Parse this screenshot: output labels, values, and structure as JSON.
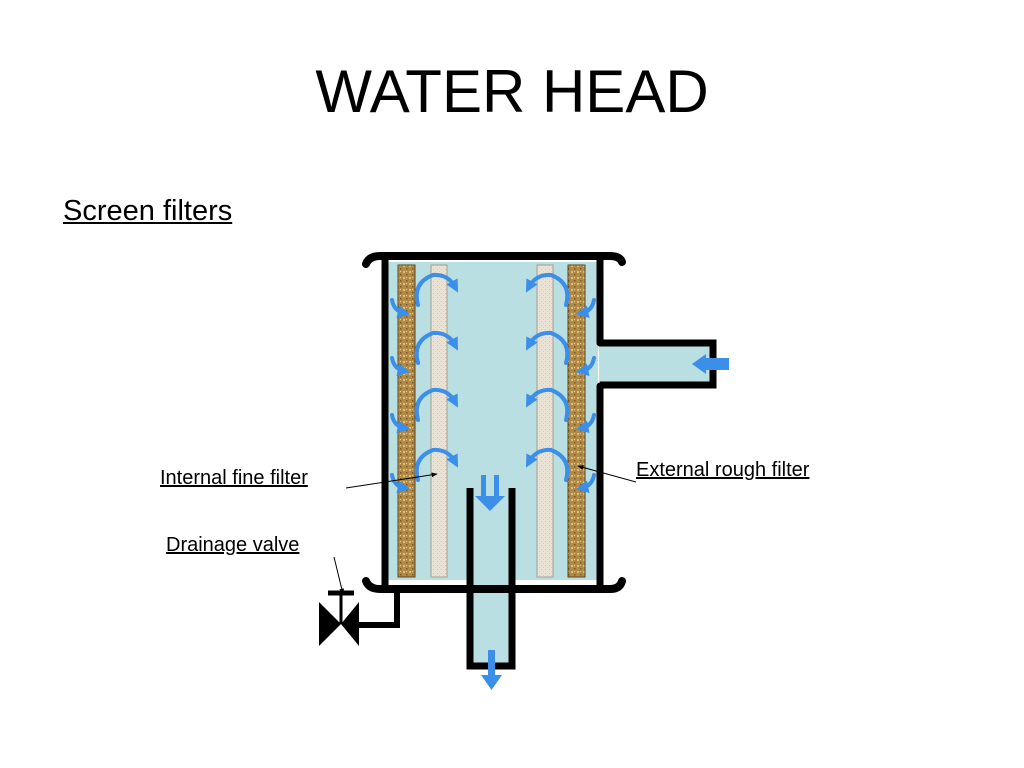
{
  "slide": {
    "title": "WATER HEAD",
    "subtitle": "Screen filters"
  },
  "diagram": {
    "labels": {
      "internal_fine_filter": "Internal fine filter",
      "external_rough_filter": "External rough filter",
      "drainage_valve": "Drainage valve"
    },
    "colors": {
      "water": "#b9dfe3",
      "wall": "#000000",
      "flow_arrow": "#3b8fe8",
      "rough_filter_mesh": "#b08a46",
      "fine_filter": "#e9e2d5"
    },
    "icons": {
      "inlet_arrow": "arrow-left-icon",
      "outlet_arrow": "arrow-down-icon",
      "valve": "gate-valve-icon"
    }
  }
}
